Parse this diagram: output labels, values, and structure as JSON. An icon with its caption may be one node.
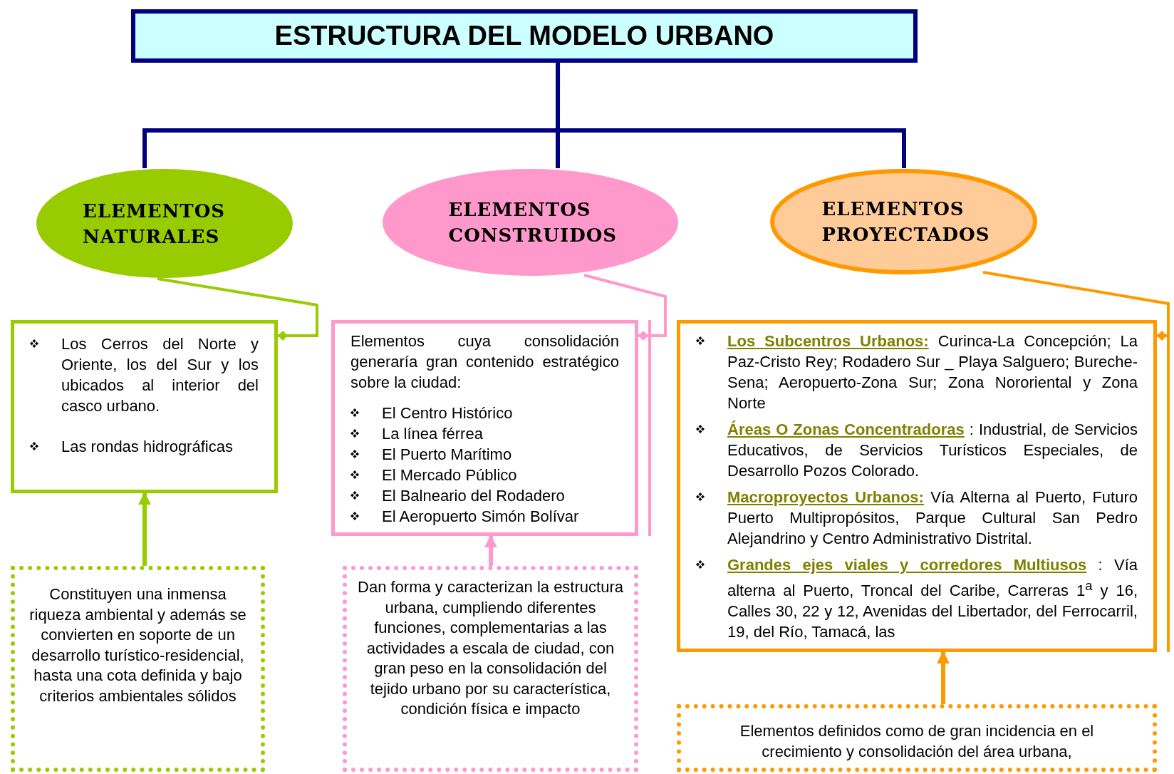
{
  "diagram": {
    "nodes": [
      {
        "text": [
          "ESTRUCTURA DEL MODELO URBANO"
        ]
      },
      {
        "text": [
          "ELEMENTOS NATURALES"
        ]
      },
      {
        "text": [
          "ELEMENTOS CONSTRUIDOS"
        ]
      },
      {
        "text": [
          "ELEMENTOS PROYECTADOS"
        ]
      },
      {
        "text": [
          "Los Cerros del Norte y Oriente, los del Sur y los ubicados al interior del casco urbano.",
          "Las rondas hidrográficas"
        ]
      },
      {
        "text": [
          "Elementos cuya consolidación generaría gran contenido estratégico sobre la ciudad:",
          "El Centro Histórico",
          "La línea férrea",
          "El Puerto Marítimo",
          "El Mercado Público",
          "El Balneario del Rodadero",
          "El Aeropuerto Simón Bolívar"
        ]
      },
      {
        "text": [
          "**Los Subcentros Urbanos:** Curinca-La Concepción; La Paz-Cristo Rey; Rodadero Sur _ Playa Salguero; Bureche-Sena; Aeropuerto-Zona Sur; Zona Nororiental y Zona Norte",
          "**Áreas O Zonas Concentradoras** : Industrial, de Servicios Educativos, de Servicios Turísticos Especiales, de Desarrollo Pozos Colorado.",
          "**Macroproyectos Urbanos:** Vía Alterna al Puerto, Futuro Puerto Multipropósitos, Parque Cultural San Pedro Alejandrino y Centro Administrativo Distrital.",
          "**Grandes ejes viales y corredores Multiusos** : Vía alterna al Puerto, Troncal del Caribe, Carreras 1$^{a}$ y 16, Calles 30, 22 y 12, Avenidas del Libertador, del Ferrocarril, 19, del Río, Tamacá, las"
        ]
      },
      {
        "text": [
          "Constituyen una inmensa riqueza ambiental y además se convierten en soporte de un desarrollo turístico-residencial, hasta una cota definida y bajo criterios ambientales sólidos"
        ]
      },
      {
        "text": [
          "Dan forma y caracterizan la estructura urbana, cumpliendo diferentes funciones, complementarias a las actividades a escala de ciudad, con gran peso en la consolidación del tejido urbano por su característica, condición física e impacto"
        ]
      },
      {
        "text": [
          "Elementos definidos como de gran incidencia en el crecimiento y consolidación del área urbana,"
        ]
      }
    ],
    "edges": [
      {
        "from": 0,
        "to": 1,
        "arrow": "none",
        "color": "#000080"
      },
      {
        "from": 0,
        "to": 2,
        "arrow": "none",
        "color": "#000080"
      },
      {
        "from": 0,
        "to": 3,
        "arrow": "none",
        "color": "#000080"
      },
      {
        "from": 1,
        "to": 4,
        "arrow": "other",
        "color": "#99cc00"
      },
      {
        "from": 2,
        "to": 5,
        "arrow": "other",
        "color": "#ff99cc"
      },
      {
        "from": 3,
        "to": 6,
        "arrow": "other",
        "color": "#ff9900"
      },
      {
        "from": 7,
        "to": 4,
        "arrow": "to",
        "color": "#99cc00"
      },
      {
        "from": 8,
        "to": 5,
        "arrow": "to",
        "color": "#ff99cc"
      },
      {
        "from": 9,
        "to": 6,
        "arrow": "to",
        "color": "#ff9900"
      }
    ]
  }
}
